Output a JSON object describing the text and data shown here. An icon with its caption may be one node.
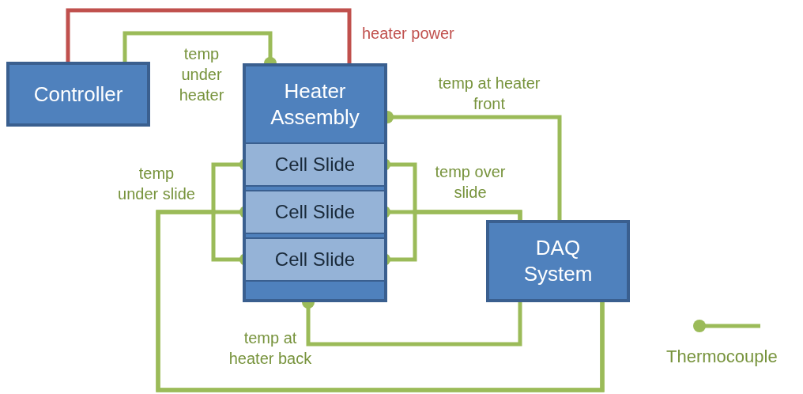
{
  "diagram": {
    "nodes": [
      {
        "text": [
          "Controller"
        ]
      },
      {
        "text": [
          "Heater Assembly"
        ]
      },
      {
        "text": [
          "Cell Slide"
        ],
        "in": 1
      },
      {
        "text": [
          "Cell Slide"
        ],
        "in": 1
      },
      {
        "text": [
          "Cell Slide"
        ],
        "in": 1
      },
      {
        "text": [
          "DAQ System"
        ]
      }
    ],
    "edges": [
      {
        "from": 0,
        "to": 1,
        "arrow": "none",
        "label": "heater power",
        "color": "#c0504d"
      },
      {
        "from": 1,
        "to": 0,
        "arrow": "other",
        "label": "temp under heater"
      },
      {
        "from": 1,
        "to": 5,
        "arrow": "other",
        "label": "temp at heater front"
      },
      {
        "from": 2,
        "to": 5,
        "arrow": "other",
        "label": "temp under slide"
      },
      {
        "from": 3,
        "to": 5,
        "arrow": "other"
      },
      {
        "from": 4,
        "to": 5,
        "arrow": "other"
      },
      {
        "from": 2,
        "to": 5,
        "arrow": "other",
        "label": "temp over slide"
      },
      {
        "from": 3,
        "to": 5,
        "arrow": "other"
      },
      {
        "from": 4,
        "to": 5,
        "arrow": "other"
      },
      {
        "from": 1,
        "to": 5,
        "arrow": "other",
        "label": "temp at heater back"
      }
    ],
    "legend": [
      {
        "text": "Thermocouple"
      }
    ]
  }
}
